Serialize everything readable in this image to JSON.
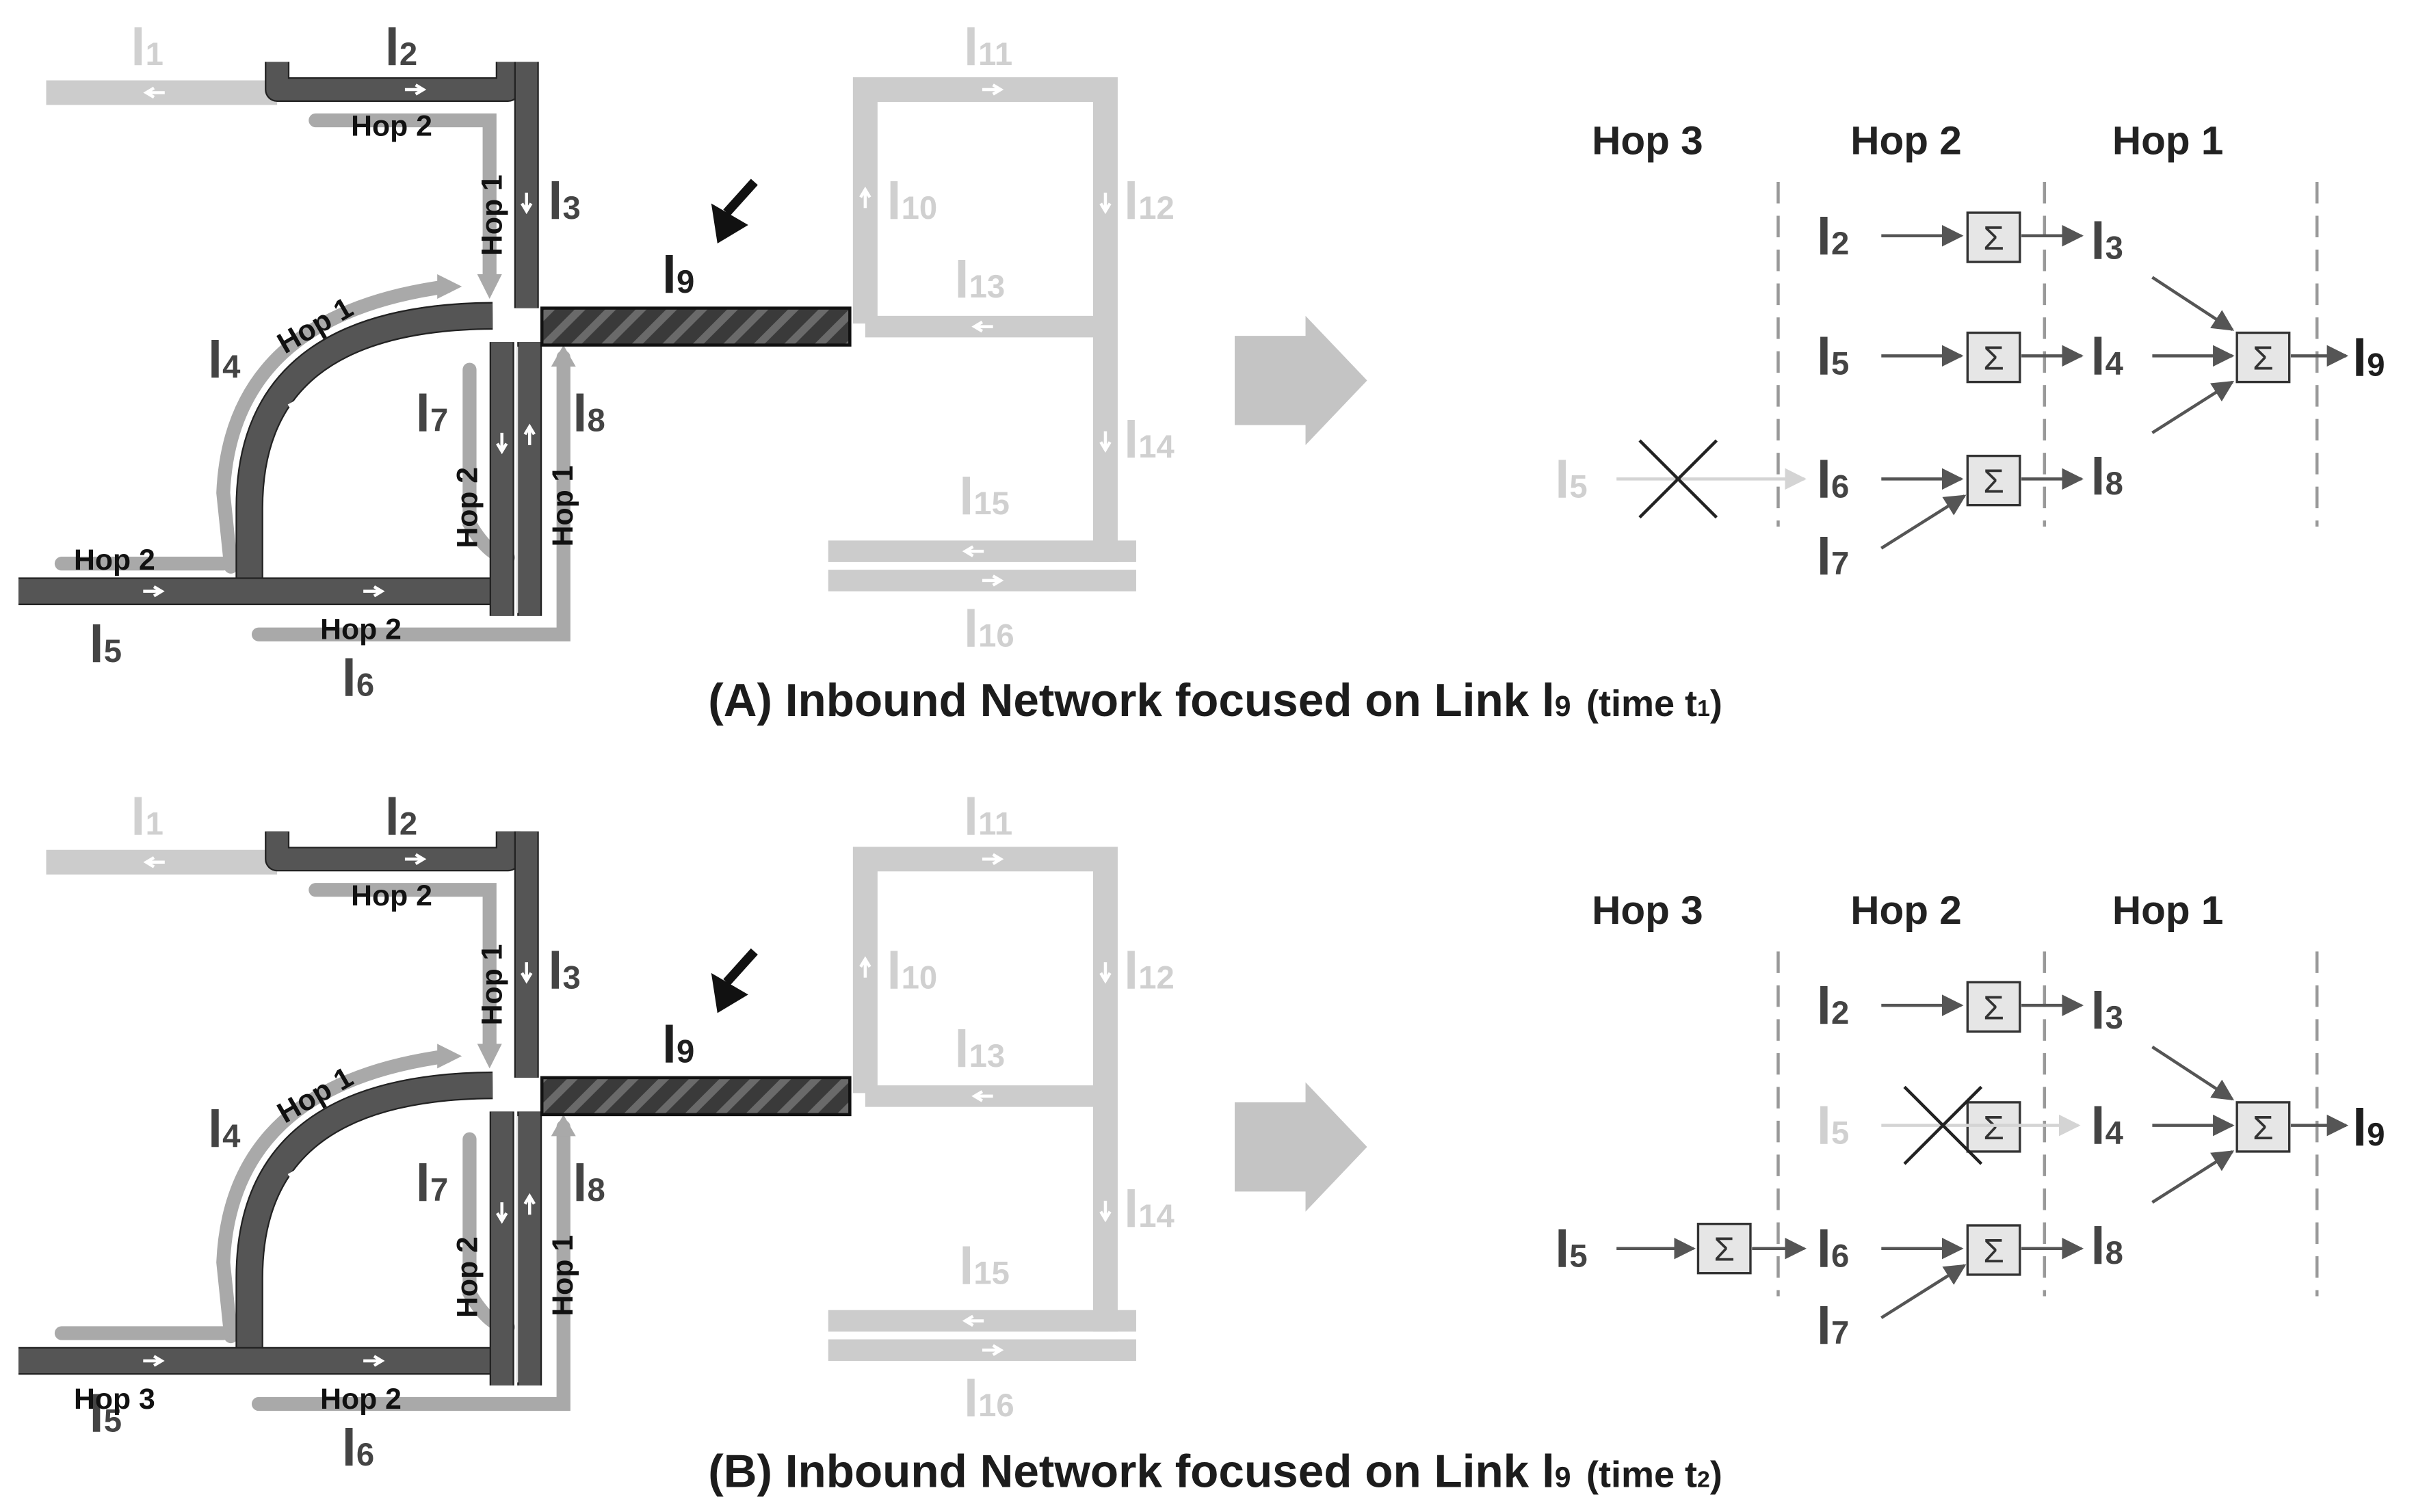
{
  "panels": [
    {
      "id": "A",
      "caption": {
        "main": "(A) Inbound Network focused on Link l",
        "sub": "9",
        "time": "(time t",
        "time_sub": "1",
        "close": ")"
      },
      "map": {
        "links": [
          {
            "id": "l1",
            "base": "l",
            "sub": "1"
          },
          {
            "id": "l2",
            "base": "l",
            "sub": "2"
          },
          {
            "id": "l3",
            "base": "l",
            "sub": "3"
          },
          {
            "id": "l4",
            "base": "l",
            "sub": "4"
          },
          {
            "id": "l5",
            "base": "l",
            "sub": "5"
          },
          {
            "id": "l6",
            "base": "l",
            "sub": "6"
          },
          {
            "id": "l7",
            "base": "l",
            "sub": "7"
          },
          {
            "id": "l8",
            "base": "l",
            "sub": "8"
          },
          {
            "id": "l9",
            "base": "l",
            "sub": "9"
          },
          {
            "id": "l10",
            "base": "l",
            "sub": "10"
          },
          {
            "id": "l11",
            "base": "l",
            "sub": "11"
          },
          {
            "id": "l12",
            "base": "l",
            "sub": "12"
          },
          {
            "id": "l13",
            "base": "l",
            "sub": "13"
          },
          {
            "id": "l14",
            "base": "l",
            "sub": "14"
          },
          {
            "id": "l15",
            "base": "l",
            "sub": "15"
          },
          {
            "id": "l16",
            "base": "l",
            "sub": "16"
          }
        ],
        "hop_labels": [
          "Hop 2",
          "Hop 1",
          "Hop 1",
          "Hop 2",
          "Hop 2",
          "Hop 1",
          "Hop 2"
        ]
      },
      "tree": {
        "headers": [
          "Hop 3",
          "Hop 2",
          "Hop 1"
        ],
        "left_nodes": [
          {
            "base": "l",
            "sub": "2"
          },
          {
            "base": "l",
            "sub": "5"
          },
          {
            "base": "l",
            "sub": "6"
          },
          {
            "base": "l",
            "sub": "7"
          },
          {
            "base": "l",
            "sub": "5"
          }
        ],
        "mid_nodes": [
          {
            "base": "l",
            "sub": "3"
          },
          {
            "base": "l",
            "sub": "4"
          },
          {
            "base": "l",
            "sub": "8"
          }
        ],
        "output": {
          "base": "l",
          "sub": "9"
        },
        "sum_symbol": "Σ"
      }
    },
    {
      "id": "B",
      "caption": {
        "main": "(B) Inbound Network focused on Link l",
        "sub": "9",
        "time": "(time t",
        "time_sub": "2",
        "close": ")"
      },
      "map": {
        "links": [
          {
            "id": "l1",
            "base": "l",
            "sub": "1"
          },
          {
            "id": "l2",
            "base": "l",
            "sub": "2"
          },
          {
            "id": "l3",
            "base": "l",
            "sub": "3"
          },
          {
            "id": "l4",
            "base": "l",
            "sub": "4"
          },
          {
            "id": "l5",
            "base": "l",
            "sub": "5"
          },
          {
            "id": "l6",
            "base": "l",
            "sub": "6"
          },
          {
            "id": "l7",
            "base": "l",
            "sub": "7"
          },
          {
            "id": "l8",
            "base": "l",
            "sub": "8"
          },
          {
            "id": "l9",
            "base": "l",
            "sub": "9"
          },
          {
            "id": "l10",
            "base": "l",
            "sub": "10"
          },
          {
            "id": "l11",
            "base": "l",
            "sub": "11"
          },
          {
            "id": "l12",
            "base": "l",
            "sub": "12"
          },
          {
            "id": "l13",
            "base": "l",
            "sub": "13"
          },
          {
            "id": "l14",
            "base": "l",
            "sub": "14"
          },
          {
            "id": "l15",
            "base": "l",
            "sub": "15"
          },
          {
            "id": "l16",
            "base": "l",
            "sub": "16"
          }
        ],
        "hop_labels": [
          "Hop 2",
          "Hop 1",
          "Hop 1",
          "Hop 2",
          "Hop 1",
          "Hop 3",
          "Hop 2"
        ]
      },
      "tree": {
        "headers": [
          "Hop 3",
          "Hop 2",
          "Hop 1"
        ],
        "left_nodes": [
          {
            "base": "l",
            "sub": "2"
          },
          {
            "base": "l",
            "sub": "5"
          },
          {
            "base": "l",
            "sub": "6"
          },
          {
            "base": "l",
            "sub": "7"
          },
          {
            "base": "l",
            "sub": "5"
          }
        ],
        "mid_nodes": [
          {
            "base": "l",
            "sub": "3"
          },
          {
            "base": "l",
            "sub": "4"
          },
          {
            "base": "l",
            "sub": "8"
          }
        ],
        "output": {
          "base": "l",
          "sub": "9"
        },
        "sum_symbol": "Σ"
      }
    }
  ],
  "colors": {
    "active_road": "#555555",
    "inactive_road": "#cccccc",
    "hop_path": "#a9a9a9",
    "focus_link": "#3c3c3c",
    "text_dark": "#444444",
    "text_faded": "#d0d0d0",
    "sum_box_fill": "#e6e6e6"
  }
}
